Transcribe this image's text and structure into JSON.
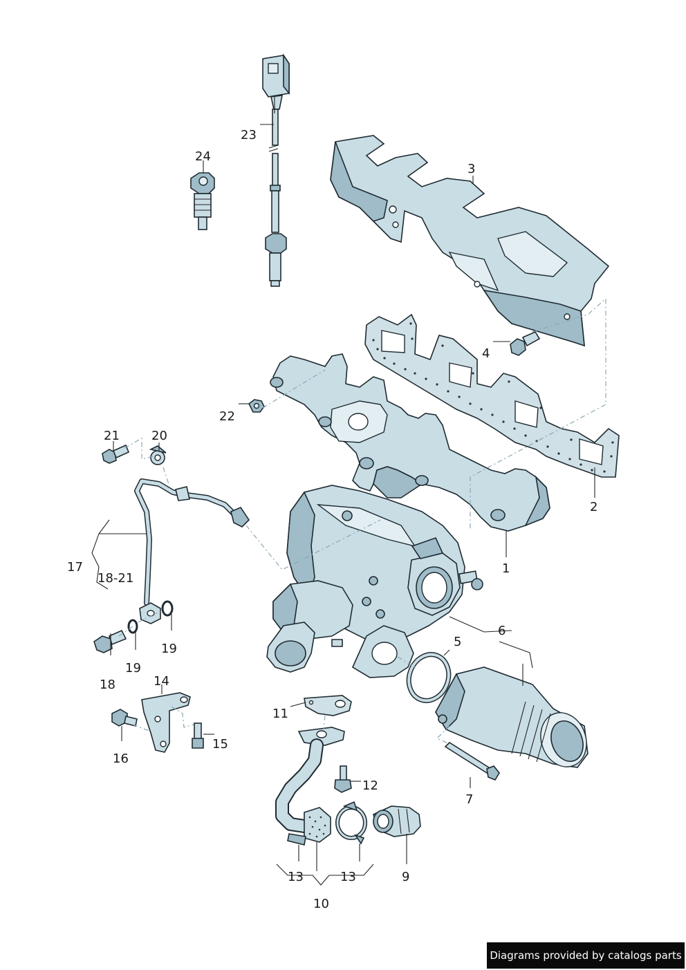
{
  "callouts": [
    "1",
    "2",
    "3",
    "4",
    "5",
    "6",
    "7",
    "9",
    "10",
    "11",
    "12",
    "13",
    "13",
    "14",
    "15",
    "16",
    "17",
    "18-21",
    "18",
    "19",
    "19",
    "20",
    "21",
    "22",
    "23",
    "24"
  ],
  "footer_text": "Diagrams provided by catalogs parts"
}
